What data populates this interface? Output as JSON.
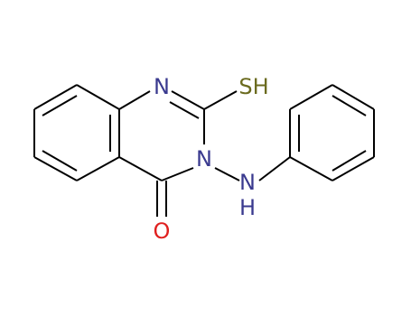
{
  "molecule": {
    "atom_labels": {
      "n1": "N",
      "n3": "N",
      "s": "SH",
      "nh_n": "N",
      "nh_h": "H",
      "o": "O"
    },
    "colors": {
      "bond": "#000000",
      "nitrogen": "#3a3a8f",
      "sulfur": "#6b6b1f",
      "oxygen": "#e0201f"
    }
  }
}
